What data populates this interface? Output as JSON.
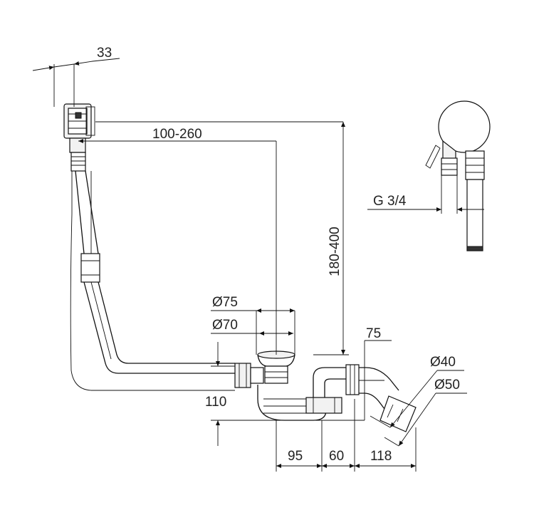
{
  "drawing": {
    "dimensions": {
      "overflow_width": "33",
      "horizontal_reach": "100-260",
      "vertical_range": "180-400",
      "outer_diameter": "Ø75",
      "inner_diameter": "Ø70",
      "trap_offset": "75",
      "pipe_diameter_40": "Ø40",
      "pipe_diameter_50": "Ø50",
      "height_110": "110",
      "spacing_95": "95",
      "spacing_60": "60",
      "spacing_118": "118",
      "thread_size": "G 3/4"
    }
  }
}
